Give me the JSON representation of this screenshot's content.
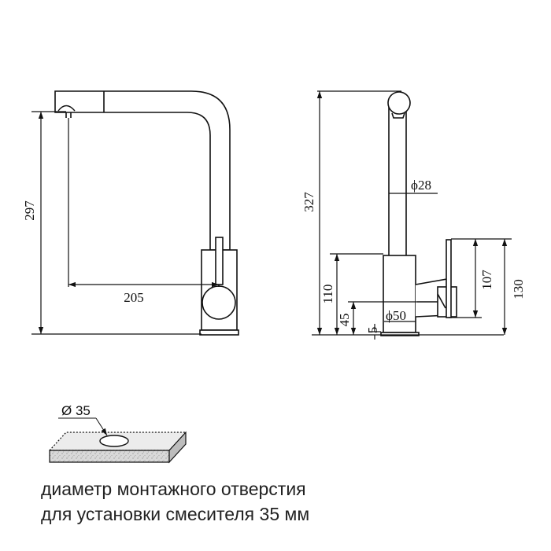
{
  "front_view": {
    "height_label": "297",
    "reach_label": "205"
  },
  "side_view": {
    "total_height_label": "327",
    "spout_diameter_label": "ϕ28",
    "base_diameter_label": "ϕ50",
    "body_height_label": "110",
    "lever_axis_height_label": "45",
    "base_thickness_label": "5",
    "handle_height_label": "107",
    "handle_top_label": "130"
  },
  "hole_detail": {
    "hole_diameter_label": "Ø 35"
  },
  "caption": {
    "line1": "диаметр монтажного отверстия",
    "line2": "для установки смесителя 35 мм"
  }
}
